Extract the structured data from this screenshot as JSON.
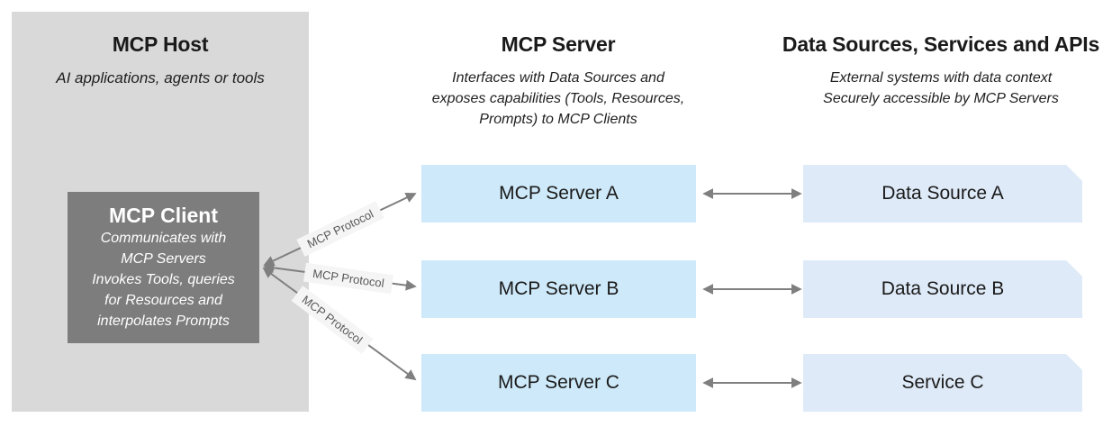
{
  "diagram": {
    "host": {
      "title": "MCP Host",
      "subtitle": "AI applications, agents or tools"
    },
    "client": {
      "title": "MCP Client",
      "body_lines": [
        "Communicates with",
        "MCP Servers",
        "Invokes Tools, queries",
        "for Resources and",
        "interpolates Prompts"
      ]
    },
    "server_column": {
      "title": "MCP Server",
      "subtitle_lines": [
        "Interfaces with Data Sources and",
        "exposes capabilities (Tools, Resources,",
        "Prompts) to MCP Clients"
      ]
    },
    "data_column": {
      "title": "Data Sources, Services and APIs",
      "subtitle_lines": [
        "External systems with data context",
        "Securely accessible by MCP Servers"
      ]
    },
    "servers": [
      {
        "label": "MCP Server A"
      },
      {
        "label": "MCP Server B"
      },
      {
        "label": "MCP Server C"
      }
    ],
    "sources": [
      {
        "label": "Data Source A"
      },
      {
        "label": "Data Source B"
      },
      {
        "label": "Service C"
      }
    ],
    "protocol_label": "MCP Protocol",
    "colors": {
      "host_bg": "#D9D9D9",
      "client_bg": "#7D7D7D",
      "server_box_bg": "#CEE9F9",
      "source_box_bg": "#DEEAF7",
      "arrow": "#7F7F7F",
      "protocol_label_bg": "#F5F5F5",
      "protocol_label_text": "#595959",
      "text": "#1A1A1A"
    }
  }
}
